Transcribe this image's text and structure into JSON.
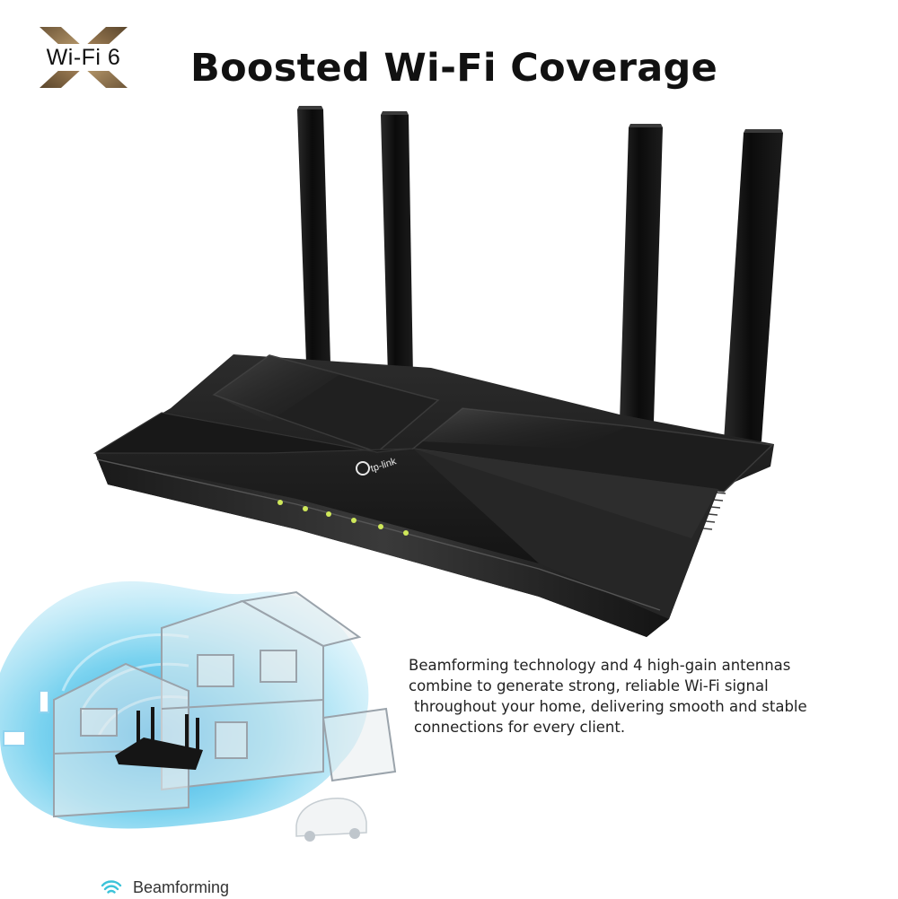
{
  "badge": {
    "text": "Wi-Fi 6",
    "x_color": "#8c7250",
    "x_highlight": "#c9a978"
  },
  "headline": "Boosted Wi-Fi Coverage",
  "router": {
    "logo_text": "tp-link",
    "body_color": "#141414",
    "led_color": "#cfe85a",
    "led_count": 6
  },
  "description": {
    "lines": [
      "Beamforming technology and 4 high-gain antennas",
      "combine to generate strong, reliable Wi-Fi signal",
      "throughout your home, delivering smooth and stable",
      "connections for every client."
    ]
  },
  "legend": {
    "label": "Beamforming",
    "icon": "beamforming-icon",
    "color": "#3cc3d9"
  },
  "coverage_color": "#4fc4ea"
}
